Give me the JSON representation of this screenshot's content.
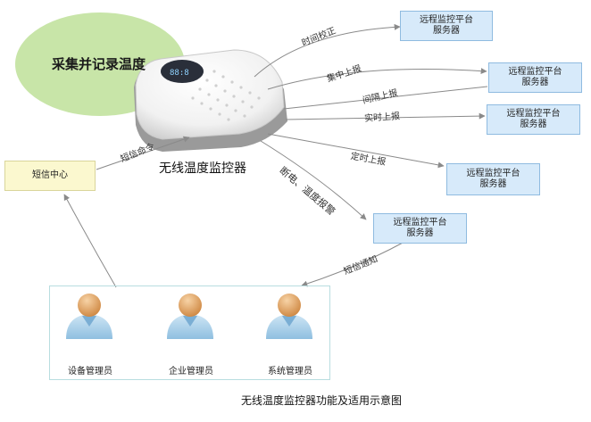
{
  "blob_label": "采集并记录温度",
  "device": {
    "name": "无线温度监控器"
  },
  "sms_center": "短信中心",
  "servers": [
    "远程监控平台\n服务器",
    "远程监控平台\n服务器",
    "远程监控平台\n服务器",
    "远程监控平台\n服务器",
    "远程监控平台\n服务器"
  ],
  "arrows": {
    "time_sync": "时间校正",
    "batch_report": "集中上报",
    "interval_report": "间隔上报",
    "realtime_report": "实时上报",
    "scheduled_report": "定时上报",
    "power_alarm": "断电、温度报警",
    "sms_command": "短信命令",
    "sms_notice": "短信通知"
  },
  "admins": [
    "设备管理员",
    "企业管理员",
    "系统管理员"
  ],
  "caption": "无线温度监控器功能及适用示意图",
  "colors": {
    "server_fill": "#d7eafa",
    "sms_fill": "#fbf8cf",
    "blob": "#c8e5a8",
    "arrow": "#8a8a8a"
  }
}
